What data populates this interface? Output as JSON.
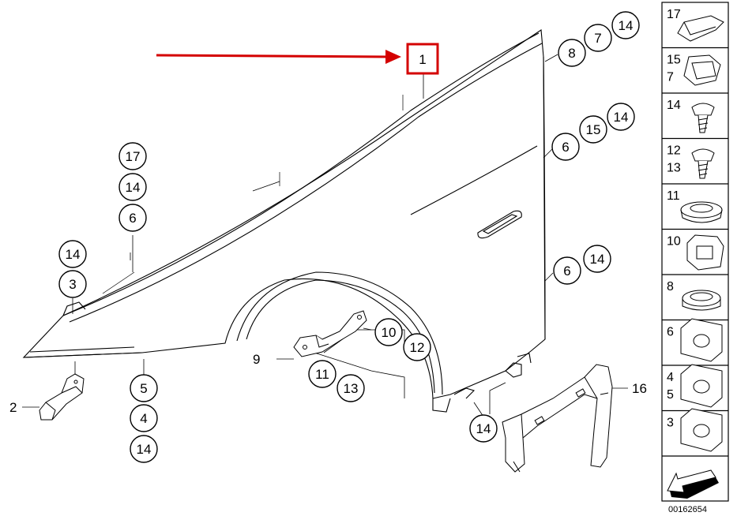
{
  "highlight_label": "1",
  "highlight_color": "#d40000",
  "callouts": {
    "c8": "8",
    "c7": "7",
    "c14a": "14",
    "c6a": "6",
    "c15": "15",
    "c14b": "14",
    "c17": "17",
    "c14c": "14",
    "c6b": "6",
    "c14d": "14",
    "c3": "3",
    "c6c": "6",
    "c14e": "14",
    "c10": "10",
    "c12": "12",
    "c11": "11",
    "c13": "13",
    "c5": "5",
    "c4": "4",
    "c14f": "14",
    "c14g": "14"
  },
  "plain_labels": {
    "p2": "2",
    "p9": "9",
    "p16": "16"
  },
  "sidebar": [
    {
      "lines": [
        "17"
      ]
    },
    {
      "lines": [
        "15",
        "7"
      ]
    },
    {
      "lines": [
        "14"
      ]
    },
    {
      "lines": [
        "12",
        "13"
      ]
    },
    {
      "lines": [
        "11"
      ]
    },
    {
      "lines": [
        "10"
      ]
    },
    {
      "lines": [
        "8"
      ]
    },
    {
      "lines": [
        "6"
      ]
    },
    {
      "lines": [
        "4",
        "5"
      ]
    },
    {
      "lines": [
        "3"
      ]
    }
  ],
  "diagram_ref": "00162654"
}
